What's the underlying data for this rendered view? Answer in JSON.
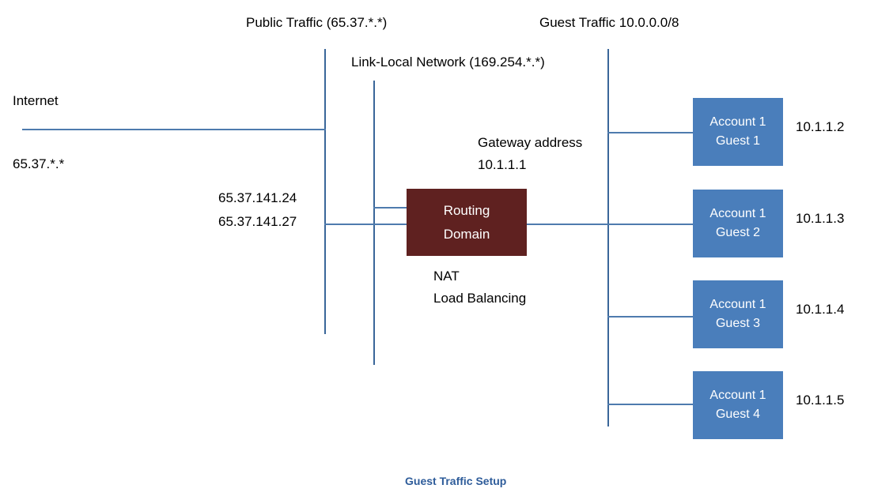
{
  "diagram": {
    "title": "Guest Traffic Setup",
    "colors": {
      "line_blue": "#4E7BAE",
      "line_blue_dark": "#3A6699",
      "router_fill": "#5F2120",
      "guest_fill": "#4A7EBB",
      "caption_blue": "#2E5C9A",
      "text_black": "#000000"
    },
    "labels": {
      "public_traffic": "Public Traffic (65.37.*.*)",
      "guest_traffic": "Guest Traffic 10.0.0.0/8",
      "link_local": "Link-Local Network (169.254.*.*)",
      "internet": "Internet",
      "internet_subnet": "65.37.*.*",
      "public_ip_1": "65.37.141.24",
      "public_ip_2": "65.37.141.27",
      "gateway_title": "Gateway address",
      "gateway_ip": "10.1.1.1",
      "nat": "NAT",
      "load_balancing": "Load Balancing"
    },
    "router_box": {
      "line1": "Routing",
      "line2": "Domain"
    },
    "guests": [
      {
        "line1": "Account 1",
        "line2": "Guest 1",
        "ip": "10.1.1.2"
      },
      {
        "line1": "Account 1",
        "line2": "Guest 2",
        "ip": "10.1.1.3"
      },
      {
        "line1": "Account 1",
        "line2": "Guest 3",
        "ip": "10.1.1.4"
      },
      {
        "line1": "Account 1",
        "line2": "Guest 4",
        "ip": "10.1.1.5"
      }
    ]
  }
}
